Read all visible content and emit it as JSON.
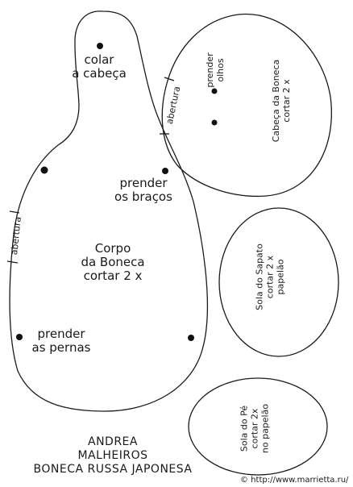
{
  "pattern": {
    "body_piece": {
      "glue_head": [
        "colar",
        "a cabeça"
      ],
      "attach_arms": [
        "prender",
        "os braços"
      ],
      "title": [
        "Corpo",
        "da Boneca",
        "cortar 2 x"
      ],
      "attach_legs": [
        "prender",
        "as pernas"
      ],
      "opening": "abertura"
    },
    "head_piece": {
      "attach_eyes": [
        "prender",
        "olhos"
      ],
      "title": [
        "Cabeça da Boneca",
        "cortar 2 x"
      ],
      "opening": "abertura"
    },
    "shoe_sole_piece": {
      "title": [
        "Sola do Sapato",
        "cortar 2 x",
        "papelão"
      ]
    },
    "foot_sole_piece": {
      "title": [
        "Sola do Pé",
        "cortar 2x",
        "no papelão"
      ]
    }
  },
  "credit": [
    "ANDREA",
    "MALHEIROS",
    "BONECA RUSSA JAPONESA"
  ],
  "watermark": "© http://www.marrietta.ru/"
}
